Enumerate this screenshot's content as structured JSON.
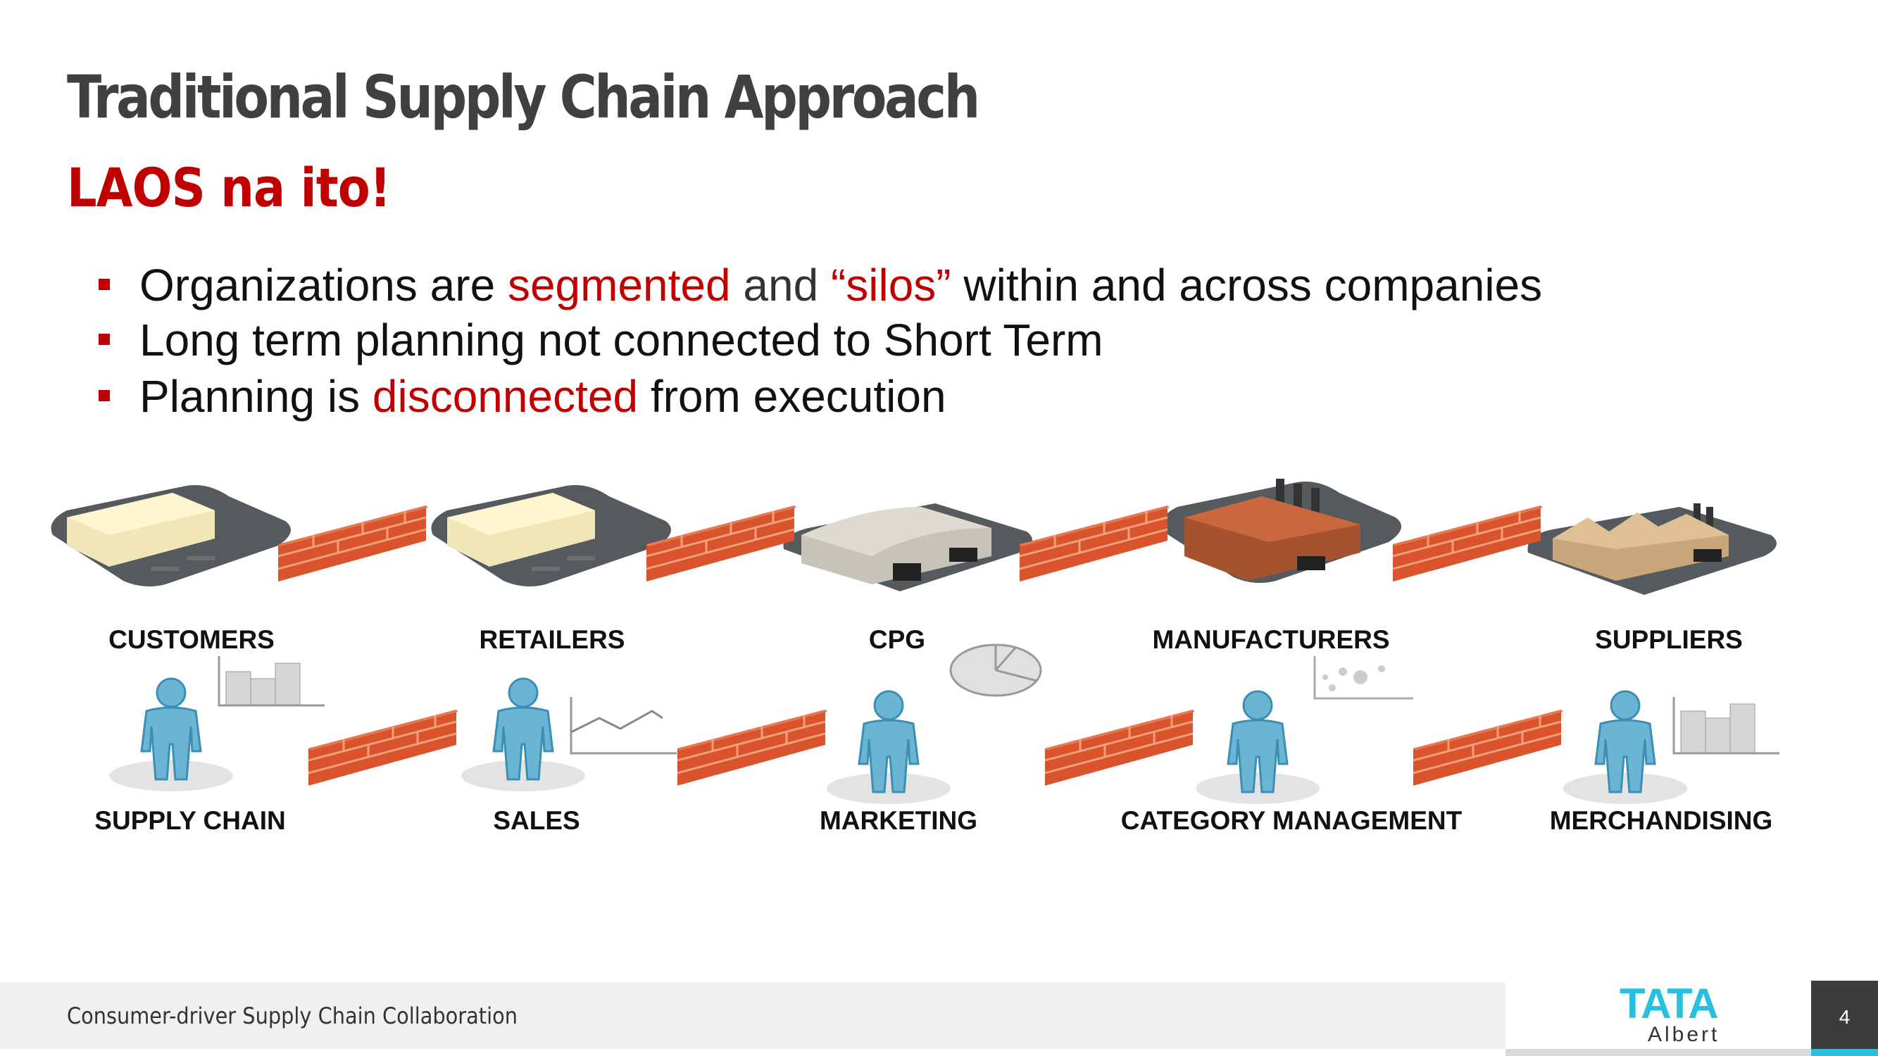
{
  "title": "Traditional Supply Chain Approach",
  "subtitle": "LAOS na ito!",
  "bullets": [
    {
      "parts": [
        "Organizations are ",
        "segmented",
        " and ",
        "“silos”",
        " within and across companies"
      ]
    },
    {
      "parts": [
        "Long term planning not connected to Short Term"
      ]
    },
    {
      "parts": [
        "Planning is ",
        "disconnected",
        " from execution"
      ]
    }
  ],
  "entities": [
    "CUSTOMERS",
    "RETAILERS",
    "CPG",
    "MANUFACTURERS",
    "SUPPLIERS"
  ],
  "departments": [
    "SUPPLY CHAIN",
    "SALES",
    "MARKETING",
    "CATEGORY MANAGEMENT",
    "MERCHANDISING"
  ],
  "footer": {
    "text": "Consumer-driver Supply Chain Collaboration",
    "logo_main": "TATA",
    "logo_sub": "Albert",
    "page_number": "4"
  },
  "colors": {
    "accent": "#c00000",
    "brand": "#29c0de",
    "person": "#6cb4d4",
    "brick": "#d9532c"
  }
}
